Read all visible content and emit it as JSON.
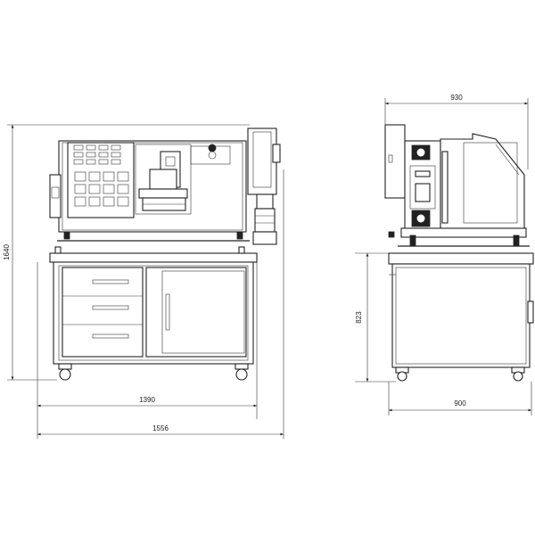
{
  "dimensions": {
    "front_height": "1640",
    "inner_width": "1390",
    "overall_width": "1556",
    "side_top_depth": "930",
    "side_height": "823",
    "side_base_depth": "900"
  }
}
